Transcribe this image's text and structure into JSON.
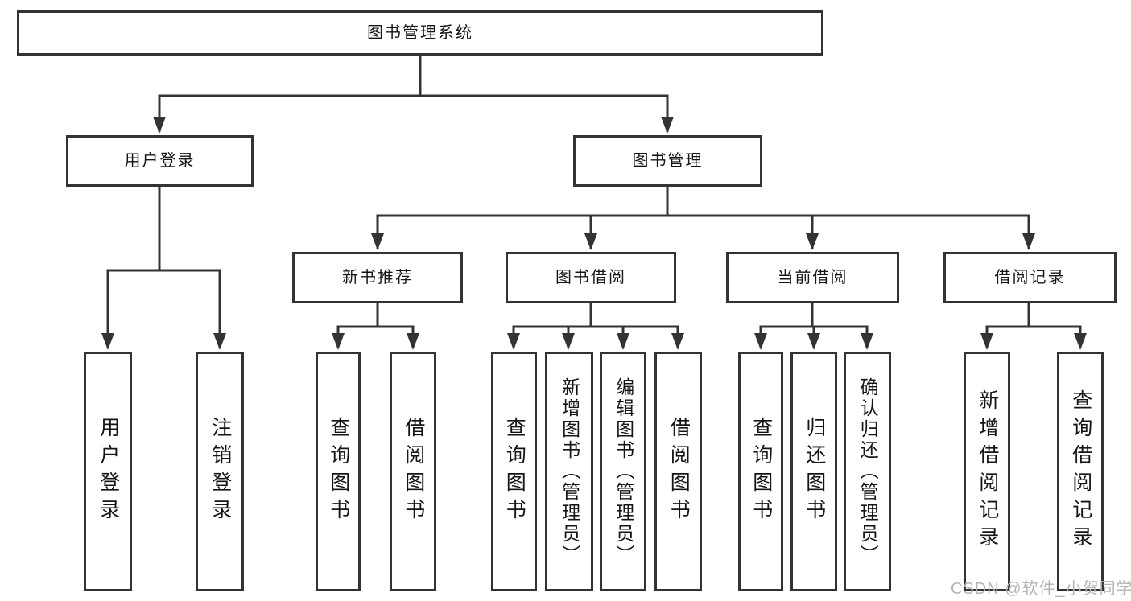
{
  "diagram": {
    "title": "图书管理系统",
    "level2": {
      "user_login": "用户登录",
      "book_mgmt": "图书管理"
    },
    "level3": {
      "new_books": "新书推荐",
      "book_borrow": "图书借阅",
      "current_borrow": "当前借阅",
      "borrow_records": "借阅记录"
    },
    "leaves": {
      "user_login": [
        "用户登录",
        "注销登录"
      ],
      "new_books": [
        "查询图书",
        "借阅图书"
      ],
      "book_borrow": [
        "查询图书",
        "新增图书（管理员）",
        "编辑图书（管理员）",
        "借阅图书"
      ],
      "current_borrow": [
        "查询图书",
        "归还图书",
        "确认归还（管理员）"
      ],
      "borrow_records": [
        "新增借阅记录",
        "查询借阅记录"
      ]
    },
    "colors": {
      "line": "#333333",
      "box_border": "#333333",
      "text": "#151515",
      "background": "#ffffff",
      "watermark": "#b4b4b4"
    },
    "watermark": "CSDN @软件_小贺同学"
  }
}
